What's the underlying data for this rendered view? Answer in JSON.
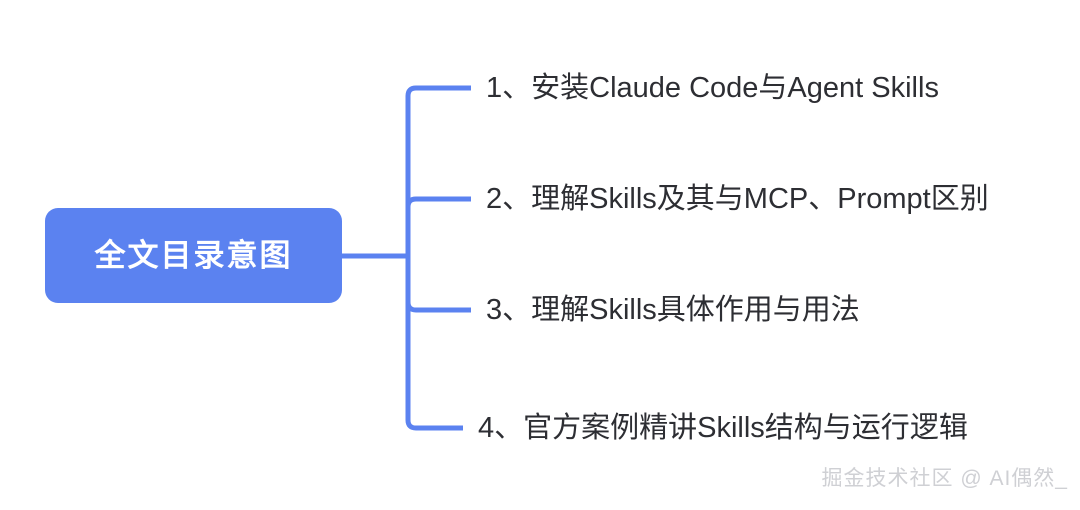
{
  "diagram": {
    "type": "mind-map",
    "orientation": "left-to-right",
    "background_color": "#ffffff",
    "accent_color": "#5b82f0",
    "text_color": "#2d2e33",
    "root": {
      "label": "全文目录意图",
      "text_color": "#ffffff",
      "fill_color": "#5b82f0"
    },
    "branches": [
      {
        "number": "1、",
        "label": "安装Claude Code与Agent Skills"
      },
      {
        "number": "2、",
        "label": "理解Skills及其与MCP、Prompt区别"
      },
      {
        "number": "3、",
        "label": "理解Skills具体作用与用法"
      },
      {
        "number": "4、",
        "label": "官方案例精讲Skills结构与运行逻辑"
      }
    ]
  },
  "watermark": {
    "text": "掘金技术社区 @ AI偶然_",
    "color": "#cfd0d4"
  }
}
